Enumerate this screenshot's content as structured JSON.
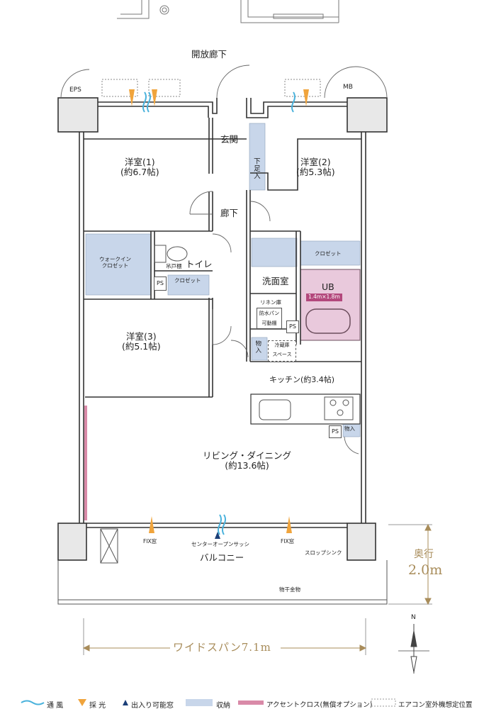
{
  "corridor_label": "開放廊下",
  "eps_label": "EPS",
  "mb_label": "MB",
  "entrance_label": "玄関",
  "shoe_closet_label": "下足入",
  "hallway_label": "廊下",
  "rooms": {
    "western1": {
      "name": "洋室(1)",
      "size": "(約6.7帖)"
    },
    "western2": {
      "name": "洋室(2)",
      "size": "(約5.3帖)"
    },
    "western3": {
      "name": "洋室(3)",
      "size": "(約5.1帖)"
    },
    "kitchen": {
      "name": "キッチン(約3.4帖)"
    },
    "living": {
      "name": "リビング・ダイニング",
      "size": "(約13.6帖)"
    }
  },
  "walkin_closet_label": "ウォークイン\nクロゼット",
  "toilet_label": "トイレ",
  "hanging_shelf_label": "吊戸棚",
  "ps_label": "PS",
  "closet_label": "クロゼット",
  "washroom_label": "洗面室",
  "linen_label": "リネン庫",
  "waterproof_pan_label": "防水パン",
  "movable_shelf_label": "可動棚",
  "storage_label": "物入",
  "fridge_space_label": "冷蔵庫\nスペース",
  "ub_label": "UB",
  "ub_size": "1.4m×1.8m",
  "fix_window_label": "FIX窓",
  "center_sash_label": "センターオープンサッシ",
  "slop_sink_label": "スロップシンク",
  "balcony_label": "バルコニー",
  "drying_hardware_label": "物干金物",
  "depth_label": "奥行",
  "depth_value": "2.0m",
  "wide_span_label": "ワイドスパン7.1m",
  "north_label": "N",
  "legend": {
    "ventilation": "通 風",
    "daylight": "採 光",
    "door_window": "出入り可能窓",
    "storage": "収納",
    "accent_cloth": "アクセントクロス(無償オプション)",
    "ac_outdoor": "エアコン室外機想定位置"
  },
  "colors": {
    "storage": "#c8d6ea",
    "ub": "#e9c9dc",
    "ub_badge": "#b3487c",
    "accent": "#d98aa8",
    "wind": "#4ab2dc",
    "light": "#f0a43c",
    "gold": "#a88c5a",
    "door_mark": "#1b3f78"
  }
}
